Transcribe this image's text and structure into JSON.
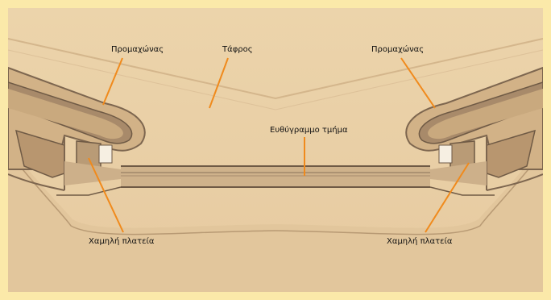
{
  "labels": {
    "bastion_left": "Προμαχώνας",
    "moat": "Τάφρος",
    "bastion_right": "Προμαχώνας",
    "curtain_wall": "Ευθύγραμμο τμήμα",
    "low_platform_left": "Χαμηλή πλατεία",
    "low_platform_right": "Χαμηλή πλατεία"
  },
  "colors": {
    "frame": "#fbe9a9",
    "ground": "#e9cfa5",
    "wall": "#d9b98d",
    "wall_dark": "#8a7158",
    "leader": "#f08a1c"
  }
}
